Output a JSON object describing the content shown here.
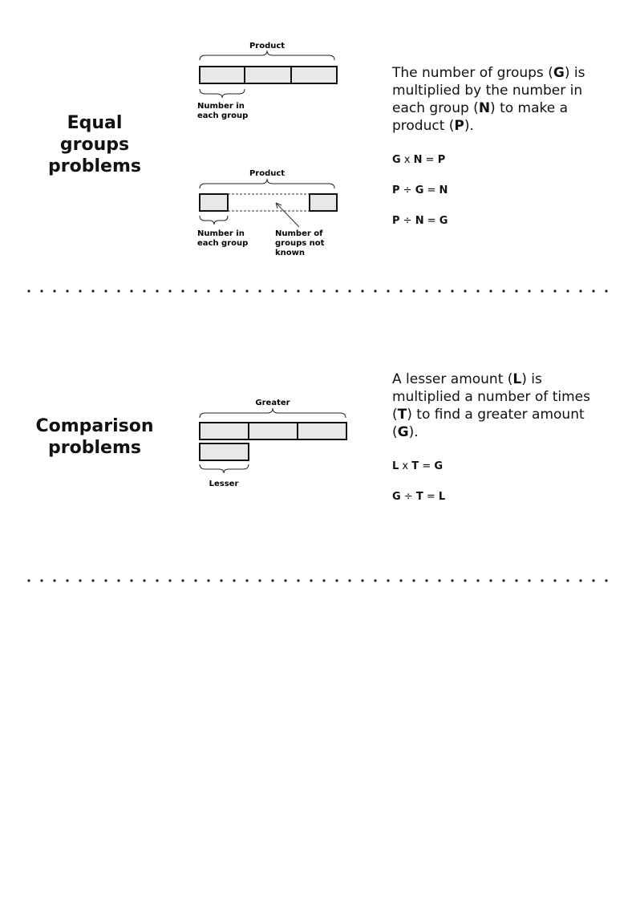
{
  "equal_groups": {
    "title_line1": "Equal",
    "title_line2": "groups",
    "title_line3": "problems",
    "diagram1": {
      "top_label": "Product",
      "bottom_label_line1": "Number in",
      "bottom_label_line2": "each group"
    },
    "diagram2": {
      "top_label": "Product",
      "left_label_line1": "Number in",
      "left_label_line2": "each group",
      "right_label_line1": "Number of",
      "right_label_line2": "groups not",
      "right_label_line3": "known"
    },
    "description": {
      "p1": "The number of groups (",
      "v1": "G",
      "p2": ") is multiplied by the number in each group (",
      "v2": "N",
      "p3": ") to make a product (",
      "v3": "P",
      "p4": ")."
    },
    "equations": [
      {
        "a": "G",
        "op1": " x ",
        "b": "N",
        "op2": " = ",
        "c": "P"
      },
      {
        "a": "P",
        "op1": " ÷ ",
        "b": "G",
        "op2": " = ",
        "c": "N"
      },
      {
        "a": "P",
        "op1": " ÷ ",
        "b": "N",
        "op2": " = ",
        "c": "G"
      }
    ]
  },
  "comparison": {
    "title_line1": "Comparison",
    "title_line2": "problems",
    "diagram": {
      "top_label": "Greater",
      "bottom_label": "Lesser"
    },
    "description": {
      "p1": "A lesser amount (",
      "v1": "L",
      "p2": ") is multiplied a number of times (",
      "v2": "T",
      "p3": ") to find a greater amount (",
      "v3": "G",
      "p4": ")."
    },
    "equations": [
      {
        "a": "L",
        "op1": " x ",
        "b": "T",
        "op2": " = ",
        "c": "G"
      },
      {
        "a": "G",
        "op1": " ÷ ",
        "b": "T",
        "op2": " = ",
        "c": "L"
      }
    ]
  }
}
